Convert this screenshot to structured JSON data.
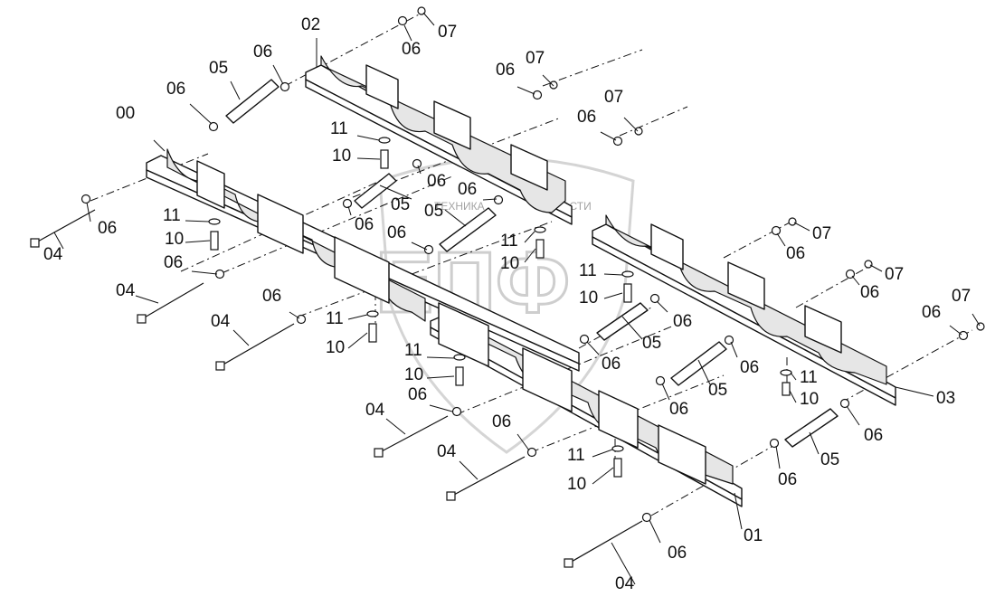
{
  "watermark": {
    "letters": "ЕПФ",
    "caption_left": "ТЕХНИКА",
    "caption_right": "ЗАПЧАСТИ"
  },
  "callouts": [
    {
      "id": "00",
      "text": "00"
    },
    {
      "id": "01",
      "text": "01"
    },
    {
      "id": "02",
      "text": "02"
    },
    {
      "id": "03",
      "text": "03"
    },
    {
      "id": "04",
      "text": "04"
    },
    {
      "id": "05",
      "text": "05"
    },
    {
      "id": "06",
      "text": "06"
    },
    {
      "id": "07",
      "text": "07"
    },
    {
      "id": "10",
      "text": "10"
    },
    {
      "id": "11",
      "text": "11"
    }
  ]
}
